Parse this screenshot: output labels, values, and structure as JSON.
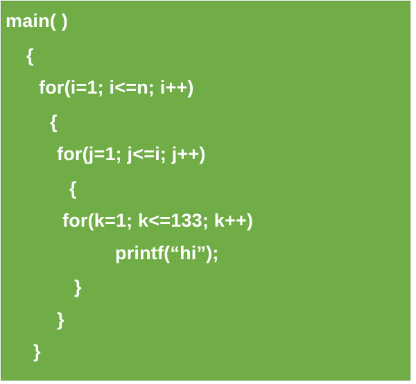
{
  "code": {
    "lines": [
      "main( )",
      "{",
      "for(i=1; i<=n; i++)",
      "{",
      "for(j=1; j<=i; j++)",
      "{",
      "for(k=1; k<=133; k++)",
      "printf(“hi”);",
      "}",
      "}",
      "}"
    ]
  },
  "colors": {
    "background": "#70ad47",
    "text": "#ffffff"
  }
}
